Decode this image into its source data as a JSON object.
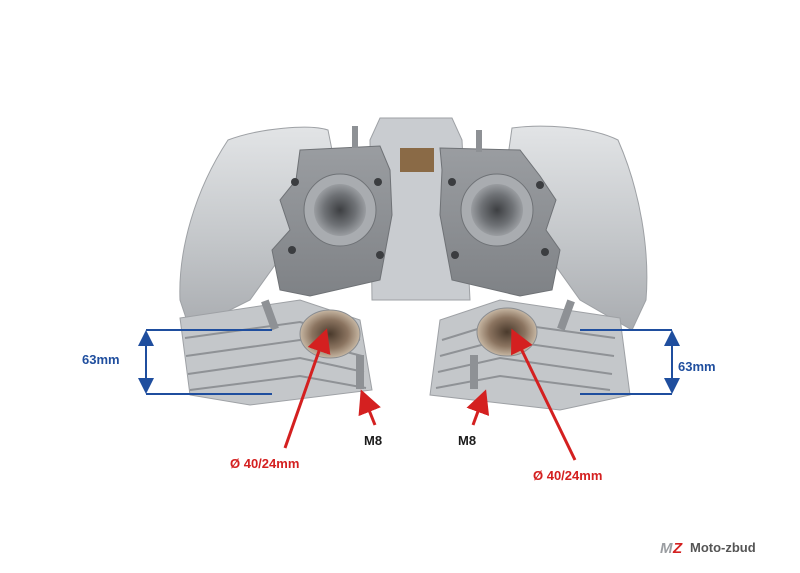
{
  "dimensions": {
    "height_left": "63mm",
    "height_right": "63mm"
  },
  "threads": {
    "left": "M8",
    "right": "M8"
  },
  "ports": {
    "left": "Ø 40/24mm",
    "right": "Ø 40/24mm"
  },
  "watermark": {
    "logo_text": "MZ",
    "text": "Moto-zbud"
  },
  "colors": {
    "dimension": "#1f4e9e",
    "callout": "#d42020",
    "metal": "#b9bcc0"
  }
}
